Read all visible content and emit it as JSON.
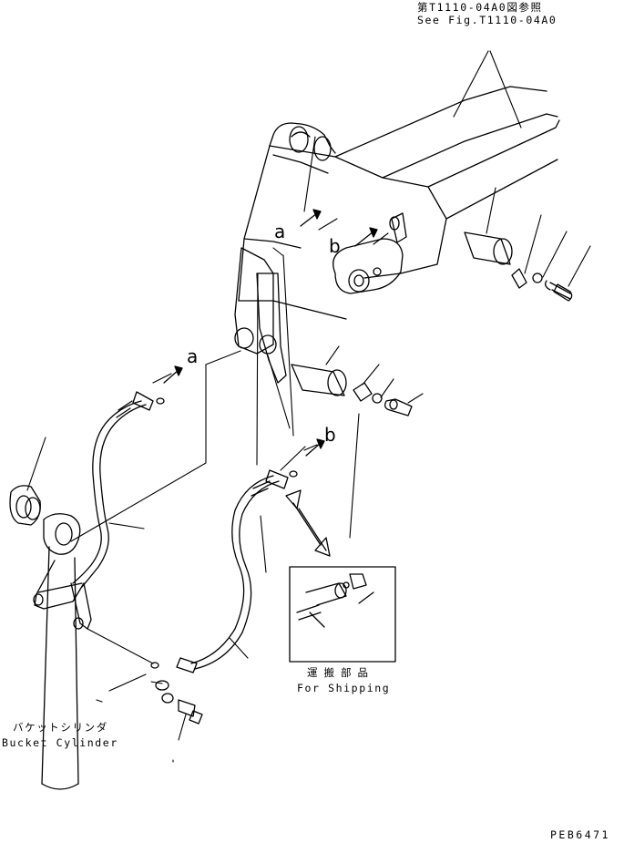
{
  "reference": {
    "jp": "第T1110-04A0図参照",
    "en": "See Fig.T1110-04A0"
  },
  "callouts": {
    "a_top": "a",
    "b_top": "b",
    "a_hose": "a",
    "b_hose": "b"
  },
  "shipping": {
    "jp": "運搬部品",
    "en": "For Shipping"
  },
  "bucket_cylinder": {
    "jp": "バケットシリンダ",
    "en": "Bucket Cylinder"
  },
  "page_code": "PEB6471"
}
